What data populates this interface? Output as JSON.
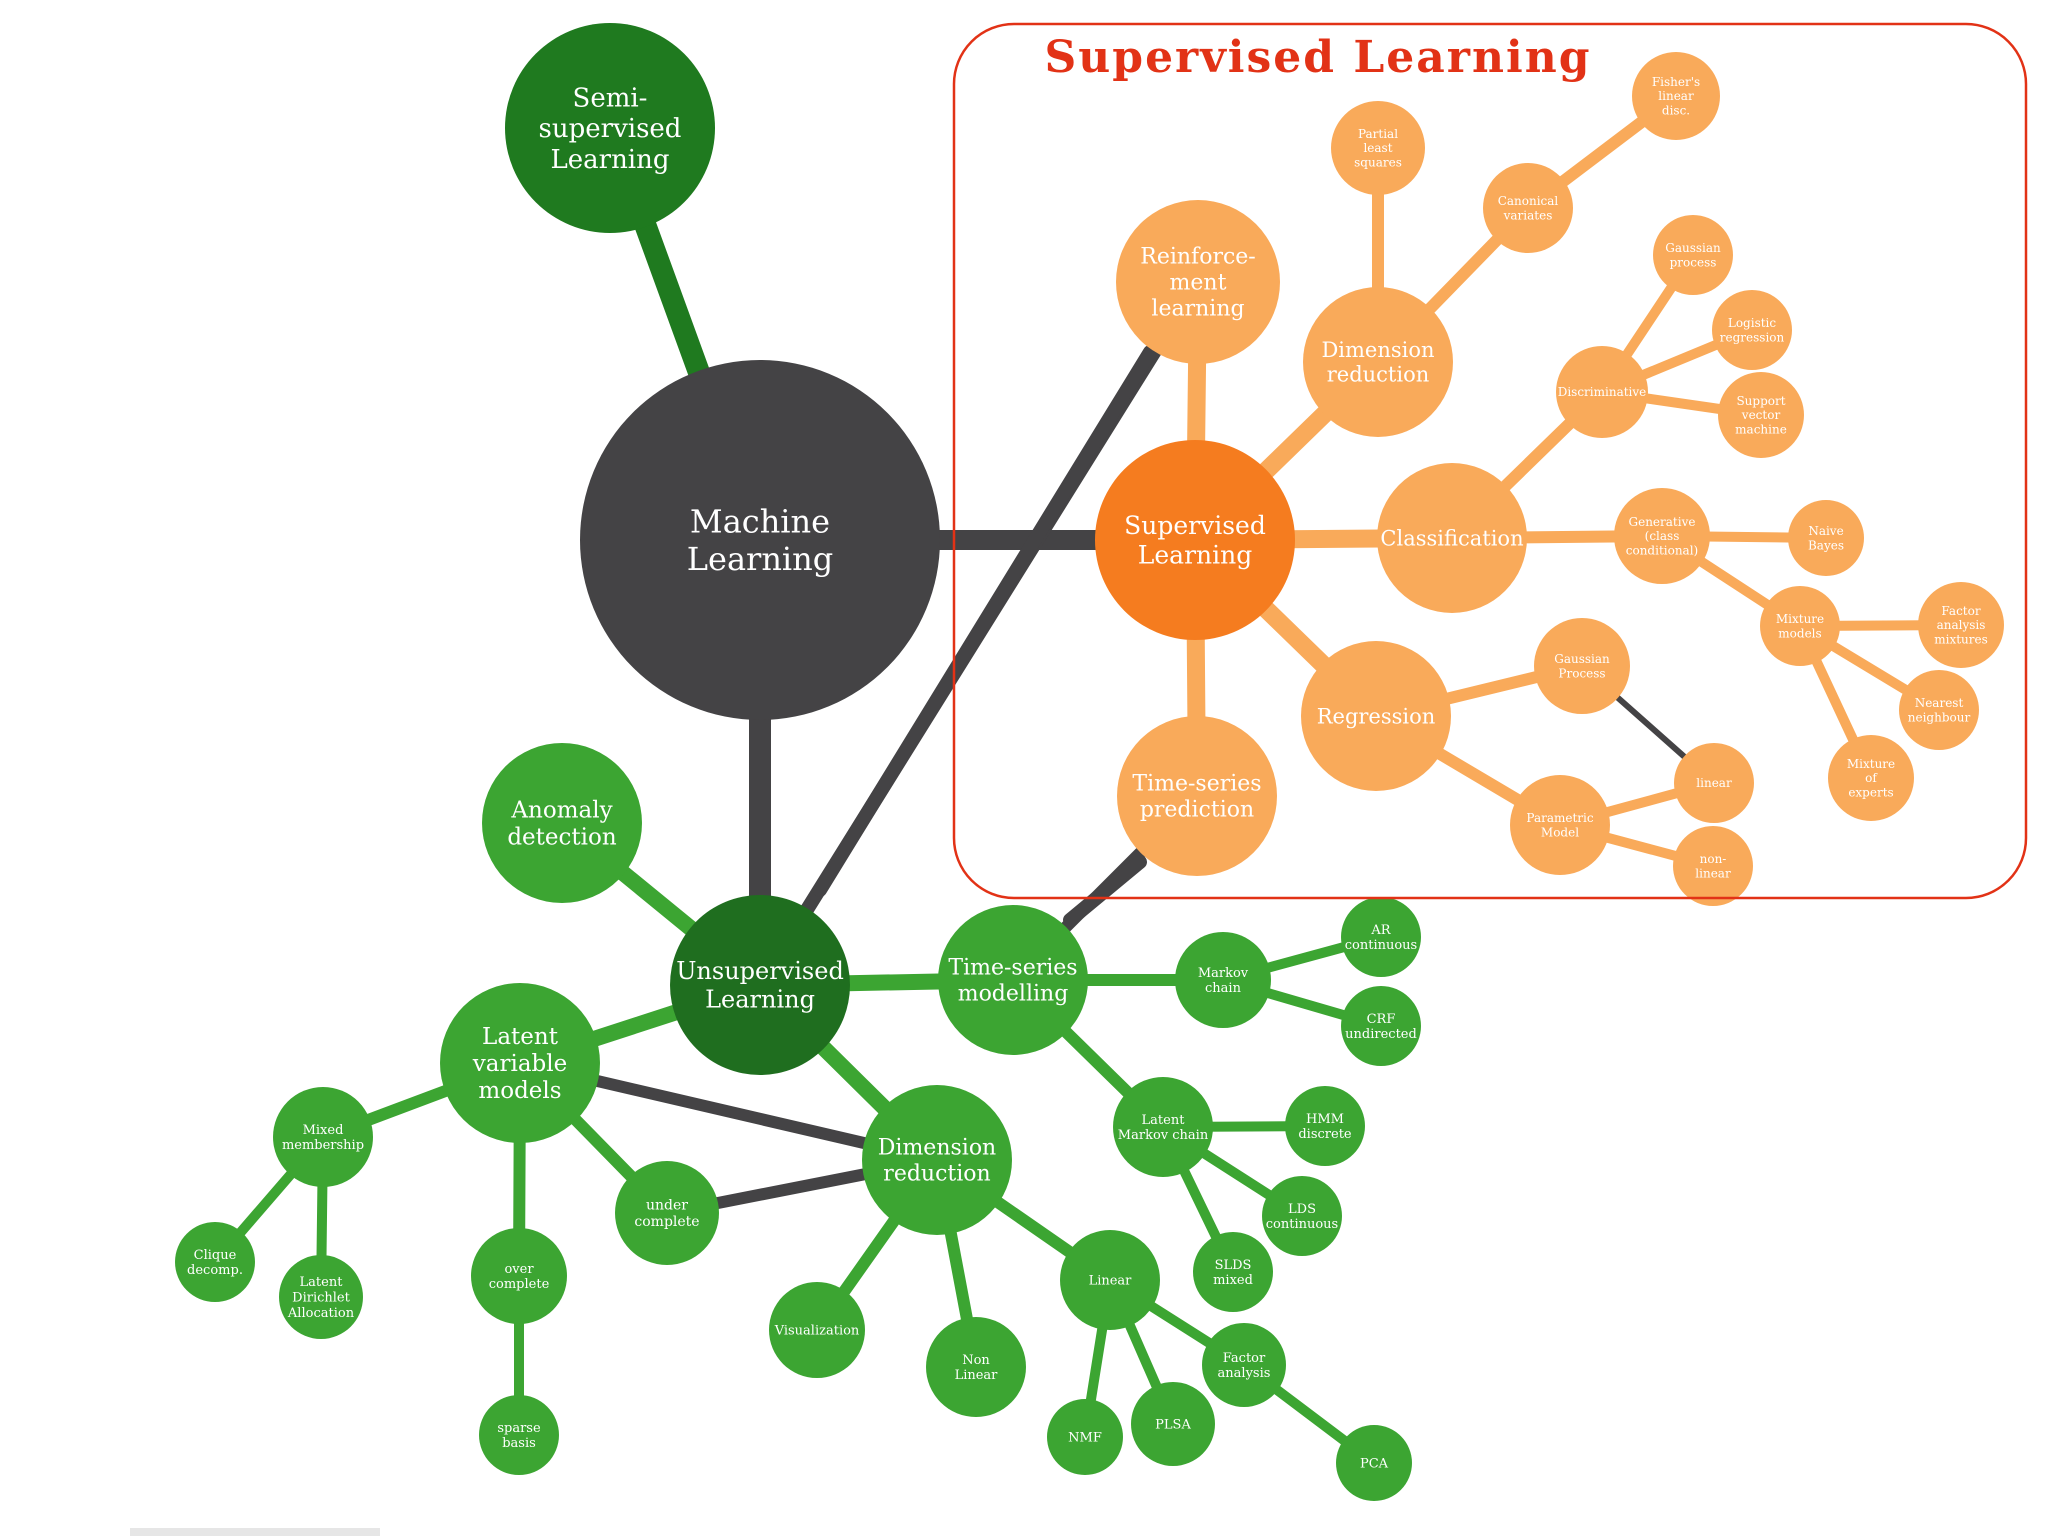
{
  "title": "Supervised Learning",
  "colors": {
    "root": "#444345",
    "supervised_main": "#f57c1f",
    "supervised_node": "#f9aa5a",
    "unsupervised_main": "#1f6e1f",
    "semi": "#1f7a1f",
    "unsupervised_node": "#3ca532",
    "connector": "#444345",
    "highlight_box": "#e23216",
    "light_text": "#ffffff"
  },
  "nodes": [
    {
      "id": "root",
      "lines": [
        "Machine",
        "Learning"
      ]
    },
    {
      "id": "semi",
      "lines": [
        "Semi-",
        "supervised",
        "Learning"
      ]
    },
    {
      "id": "sup",
      "lines": [
        "Supervised",
        "Learning"
      ]
    },
    {
      "id": "reinf",
      "lines": [
        "Reinforce-",
        "ment",
        "learning"
      ]
    },
    {
      "id": "sup_dimred",
      "lines": [
        "Dimension",
        "reduction"
      ]
    },
    {
      "id": "pls",
      "lines": [
        "Partial",
        "least",
        "squares"
      ]
    },
    {
      "id": "canon",
      "lines": [
        "Canonical",
        "variates"
      ]
    },
    {
      "id": "fisher",
      "lines": [
        "Fisher's",
        "linear",
        "disc."
      ]
    },
    {
      "id": "classif",
      "lines": [
        "Classification"
      ]
    },
    {
      "id": "discrim",
      "lines": [
        "Discriminative"
      ]
    },
    {
      "id": "gproc_c",
      "lines": [
        "Gaussian",
        "process"
      ]
    },
    {
      "id": "logreg",
      "lines": [
        "Logistic",
        "regression"
      ]
    },
    {
      "id": "svm",
      "lines": [
        "Support",
        "vector",
        "machine"
      ]
    },
    {
      "id": "gener",
      "lines": [
        "Generative",
        "(class",
        "conditional)"
      ]
    },
    {
      "id": "naive",
      "lines": [
        "Naive",
        "Bayes"
      ]
    },
    {
      "id": "mixmod",
      "lines": [
        "Mixture",
        "models"
      ]
    },
    {
      "id": "factmix",
      "lines": [
        "Factor",
        "analysis",
        "mixtures"
      ]
    },
    {
      "id": "nearest",
      "lines": [
        "Nearest",
        "neighbour"
      ]
    },
    {
      "id": "mixexp",
      "lines": [
        "Mixture",
        "of",
        "experts"
      ]
    },
    {
      "id": "regr",
      "lines": [
        "Regression"
      ]
    },
    {
      "id": "gproc_r",
      "lines": [
        "Gaussian",
        "Process"
      ]
    },
    {
      "id": "param",
      "lines": [
        "Parametric",
        "Model"
      ]
    },
    {
      "id": "linear_r",
      "lines": [
        "linear"
      ]
    },
    {
      "id": "nonlin_r",
      "lines": [
        "non-",
        "linear"
      ]
    },
    {
      "id": "tspred",
      "lines": [
        "Time-series",
        "prediction"
      ]
    },
    {
      "id": "unsup",
      "lines": [
        "Unsupervised",
        "Learning"
      ]
    },
    {
      "id": "anom",
      "lines": [
        "Anomaly",
        "detection"
      ]
    },
    {
      "id": "tsmod",
      "lines": [
        "Time-series",
        "modelling"
      ]
    },
    {
      "id": "markov",
      "lines": [
        "Markov",
        "chain"
      ]
    },
    {
      "id": "ar",
      "lines": [
        "AR",
        "continuous"
      ]
    },
    {
      "id": "crf",
      "lines": [
        "CRF",
        "undirected"
      ]
    },
    {
      "id": "latmarkov",
      "lines": [
        "Latent",
        "Markov chain"
      ]
    },
    {
      "id": "hmm",
      "lines": [
        "HMM",
        "discrete"
      ]
    },
    {
      "id": "lds",
      "lines": [
        "LDS",
        "continuous"
      ]
    },
    {
      "id": "slds",
      "lines": [
        "SLDS",
        "mixed"
      ]
    },
    {
      "id": "un_dimred",
      "lines": [
        "Dimension",
        "reduction"
      ]
    },
    {
      "id": "latvar",
      "lines": [
        "Latent",
        "variable",
        "models"
      ]
    },
    {
      "id": "mixedmem",
      "lines": [
        "Mixed",
        "membership"
      ]
    },
    {
      "id": "clique",
      "lines": [
        "Clique",
        "decomp."
      ]
    },
    {
      "id": "lda",
      "lines": [
        "Latent",
        "Dirichlet",
        "Allocation"
      ]
    },
    {
      "id": "overc",
      "lines": [
        "over",
        "complete"
      ]
    },
    {
      "id": "sparse",
      "lines": [
        "sparse",
        "basis"
      ]
    },
    {
      "id": "underc",
      "lines": [
        "under",
        "complete"
      ]
    },
    {
      "id": "vis",
      "lines": [
        "Visualization"
      ]
    },
    {
      "id": "nonlin_u",
      "lines": [
        "Non",
        "Linear"
      ]
    },
    {
      "id": "linear_u",
      "lines": [
        "Linear"
      ]
    },
    {
      "id": "nmf",
      "lines": [
        "NMF"
      ]
    },
    {
      "id": "plsa",
      "lines": [
        "PLSA"
      ]
    },
    {
      "id": "factan",
      "lines": [
        "Factor",
        "analysis"
      ]
    },
    {
      "id": "pca",
      "lines": [
        "PCA"
      ]
    }
  ]
}
